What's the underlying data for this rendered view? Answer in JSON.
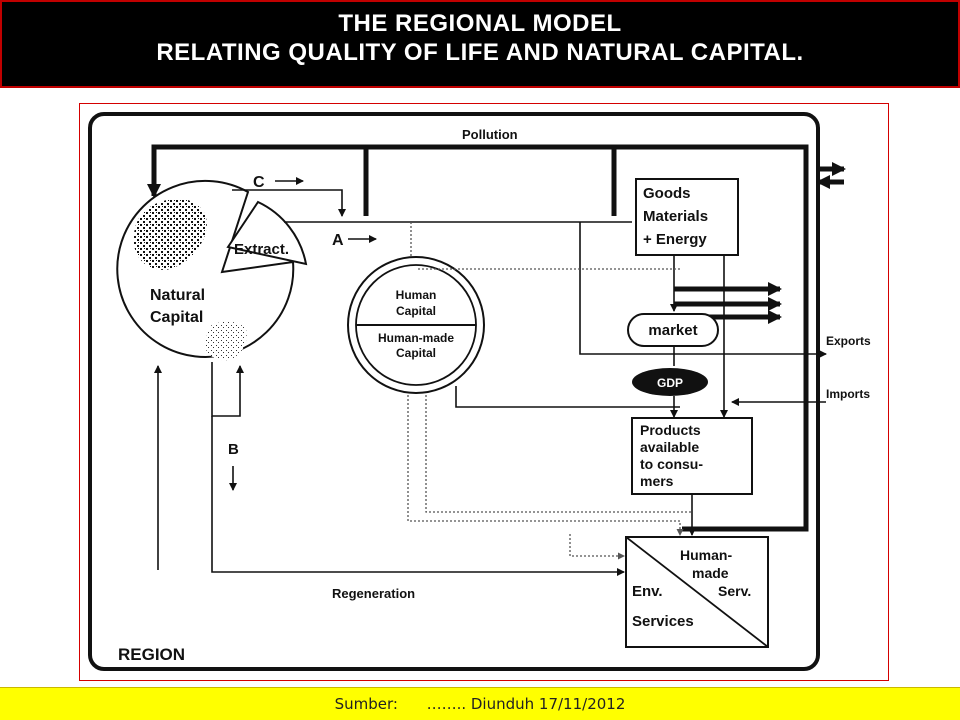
{
  "title": {
    "line1": "THE REGIONAL MODEL",
    "line2": "RELATING QUALITY OF LIFE AND NATURAL CAPITAL."
  },
  "diagram": {
    "pollution": "Pollution",
    "c_label": "C",
    "a_label": "A",
    "b_label": "B",
    "extract": "Extract.",
    "natural_capital_1": "Natural",
    "natural_capital_2": "Capital",
    "human_capital_1": "Human",
    "human_capital_2": "Capital",
    "human_made_capital_1": "Human-made",
    "human_made_capital_2": "Capital",
    "goods_1": "Goods",
    "goods_2": "Materials",
    "goods_3": "+ Energy",
    "market": "market",
    "gdp": "GDP",
    "exports": "Exports",
    "imports": "Imports",
    "products_1": "Products",
    "products_2": "available",
    "products_3": "to consu-",
    "products_4": "mers",
    "human_made_serv_1": "Human-",
    "human_made_serv_2": "made",
    "human_made_serv_3": "Serv.",
    "env_services_1": "Env.",
    "env_services_2": "Services",
    "regeneration": "Regeneration",
    "region": "REGION"
  },
  "source": "Sumber:      …….. Diunduh 17/11/2012",
  "colors": {
    "title_bg": "#000000",
    "title_border": "#c00000",
    "frame_border": "#d40000",
    "source_bg": "#ffff00"
  }
}
